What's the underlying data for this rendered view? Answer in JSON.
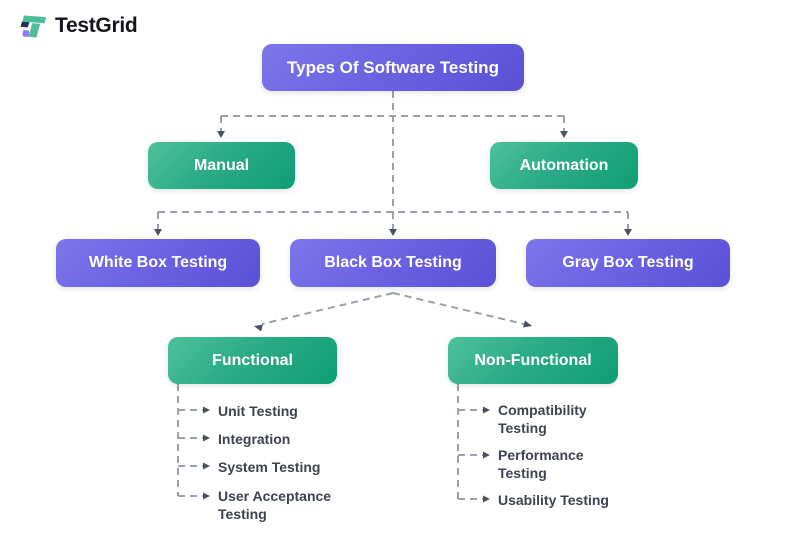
{
  "brand": {
    "name": "TestGrid",
    "icon": "testgrid-logo-icon",
    "colors": {
      "teal": "#4dbe97",
      "navy": "#262d58",
      "purple": "#8f7bf0",
      "text": "#15151e"
    }
  },
  "palette": {
    "node_purple_start": "#7d76ea",
    "node_purple_end": "#5a50d6",
    "node_green_start": "#4ec19b",
    "node_green_end": "#0f9e74",
    "connector_dash": "#9aa1ab",
    "arrowhead": "#4a5160",
    "leaf_text": "#3d434f",
    "background": "#ffffff"
  },
  "diagram": {
    "root": {
      "label": "Types Of Software Testing",
      "style": "purple"
    },
    "level1": [
      {
        "label": "Manual",
        "style": "green"
      },
      {
        "label": "Automation",
        "style": "green"
      }
    ],
    "level2": [
      {
        "label": "White Box Testing",
        "style": "purple"
      },
      {
        "label": "Black Box Testing",
        "style": "purple"
      },
      {
        "label": "Gray Box Testing",
        "style": "purple"
      }
    ],
    "level3": [
      {
        "label": "Functional",
        "style": "green"
      },
      {
        "label": "Non-Functional",
        "style": "green"
      }
    ],
    "functional_items": [
      {
        "label": "Unit Testing"
      },
      {
        "label": "Integration"
      },
      {
        "label": "System Testing"
      },
      {
        "label": "User Acceptance\nTesting"
      }
    ],
    "non_functional_items": [
      {
        "label": "Compatibility\nTesting"
      },
      {
        "label": "Performance\nTesting"
      },
      {
        "label": "Usability Testing"
      }
    ]
  }
}
